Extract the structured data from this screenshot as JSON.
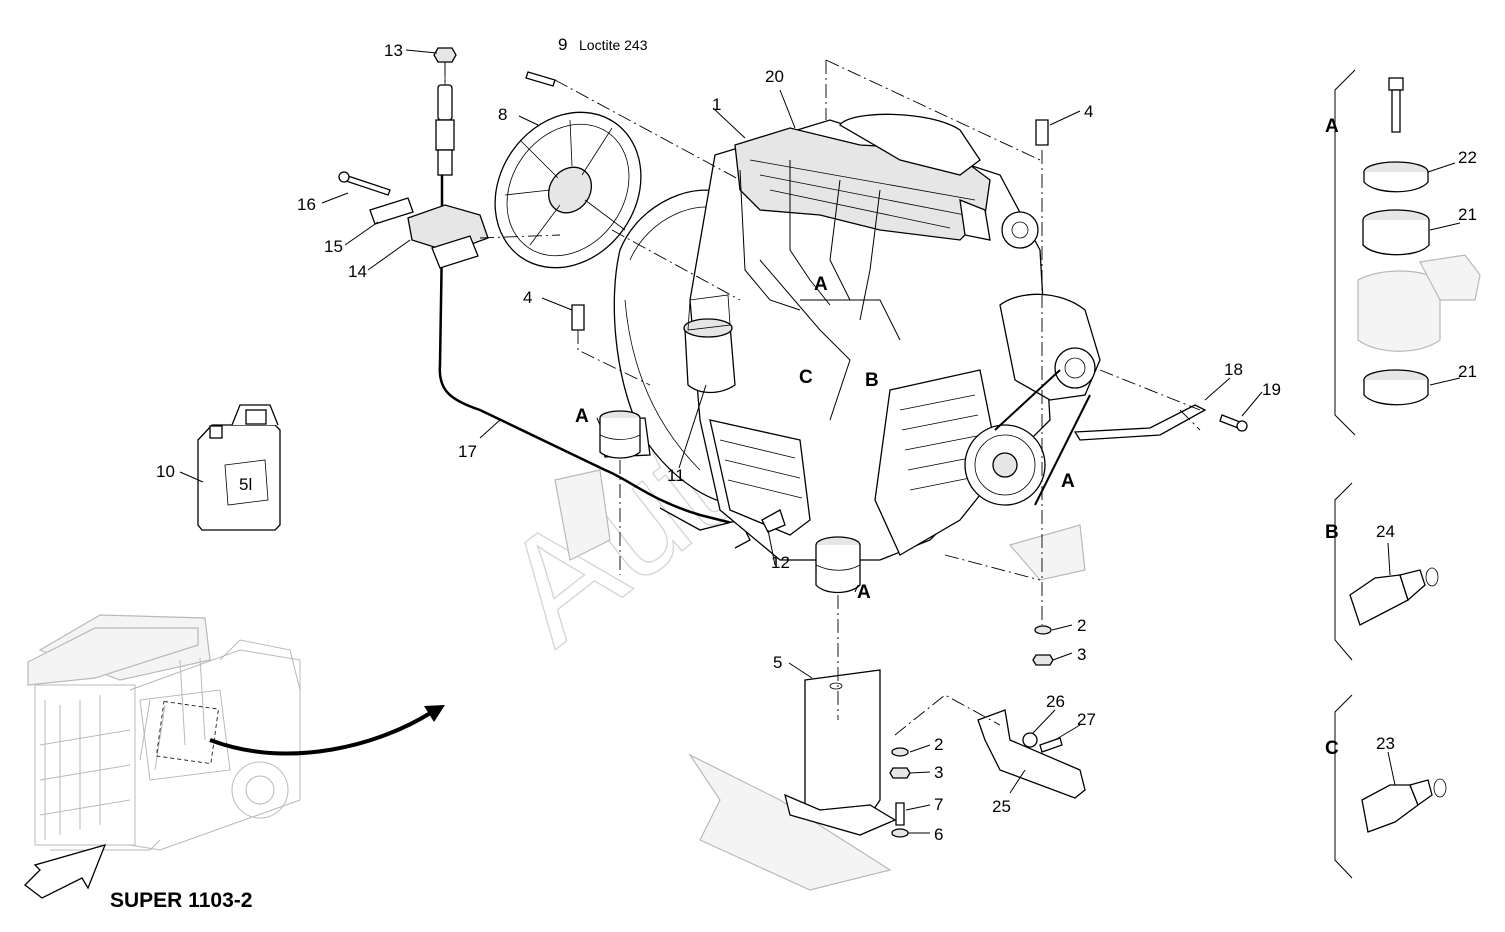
{
  "model_label": "SUPER 1103-2",
  "watermark": "Auto",
  "note": "Loctite 243",
  "callouts": [
    {
      "id": "1",
      "text": "1"
    },
    {
      "id": "2a",
      "text": "2"
    },
    {
      "id": "2b",
      "text": "2"
    },
    {
      "id": "3a",
      "text": "3"
    },
    {
      "id": "3b",
      "text": "3"
    },
    {
      "id": "4a",
      "text": "4"
    },
    {
      "id": "4b",
      "text": "4"
    },
    {
      "id": "5",
      "text": "5"
    },
    {
      "id": "6",
      "text": "6"
    },
    {
      "id": "7",
      "text": "7"
    },
    {
      "id": "8",
      "text": "8"
    },
    {
      "id": "9",
      "text": "9"
    },
    {
      "id": "10",
      "text": "10"
    },
    {
      "id": "11",
      "text": "11"
    },
    {
      "id": "12",
      "text": "12"
    },
    {
      "id": "13",
      "text": "13"
    },
    {
      "id": "14",
      "text": "14"
    },
    {
      "id": "15",
      "text": "15"
    },
    {
      "id": "16",
      "text": "16"
    },
    {
      "id": "17",
      "text": "17"
    },
    {
      "id": "18",
      "text": "18"
    },
    {
      "id": "19",
      "text": "19"
    },
    {
      "id": "20",
      "text": "20"
    },
    {
      "id": "21a",
      "text": "21"
    },
    {
      "id": "21b",
      "text": "21"
    },
    {
      "id": "22",
      "text": "22"
    },
    {
      "id": "23",
      "text": "23"
    },
    {
      "id": "24",
      "text": "24"
    },
    {
      "id": "25",
      "text": "25"
    },
    {
      "id": "26",
      "text": "26"
    },
    {
      "id": "27",
      "text": "27"
    }
  ],
  "detail_markers": {
    "A": "A",
    "B": "B",
    "C": "C"
  },
  "canister_text": "5l",
  "colors": {
    "line": "#000000",
    "ghost": "#b9b9b9",
    "watermark": "#d6d6d6",
    "background": "#ffffff"
  }
}
